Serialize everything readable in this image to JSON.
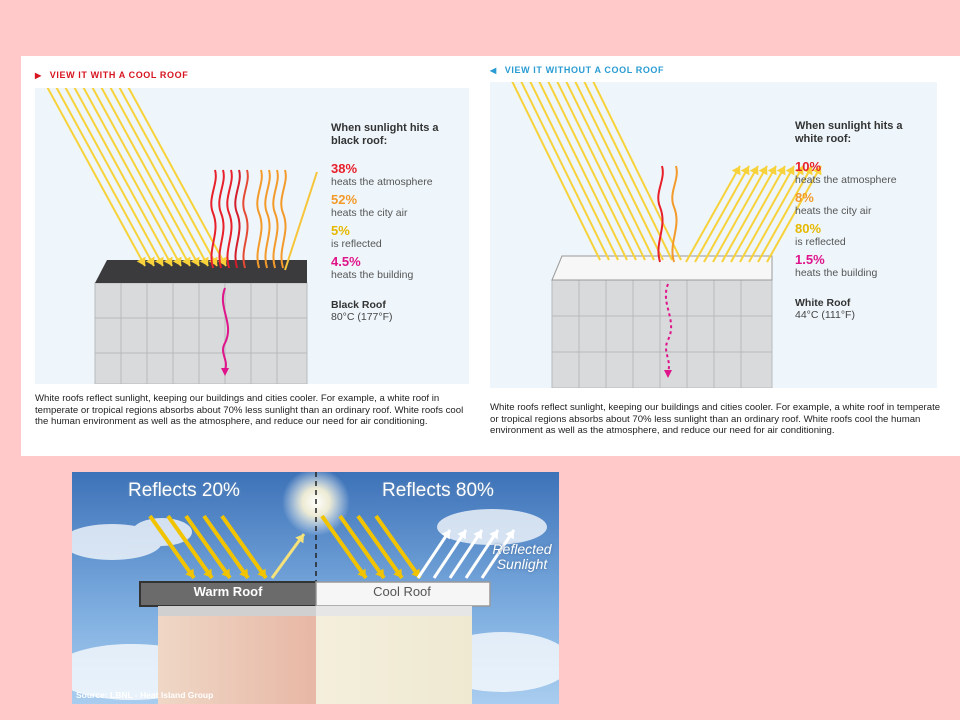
{
  "left": {
    "header": "VIEW IT WITH A COOL ROOF",
    "header_icon": "triangle-right-icon",
    "intro": "When sunlight hits a black roof:",
    "items": [
      {
        "pct": "38%",
        "desc": "heats the atmosphere",
        "color": "#e8202a"
      },
      {
        "pct": "52%",
        "desc": "heats the city air",
        "color": "#f39a2b"
      },
      {
        "pct": "5%",
        "desc": "is reflected",
        "color": "#e6b800"
      },
      {
        "pct": "4.5%",
        "desc": "heats the building",
        "color": "#e0148a"
      }
    ],
    "roof_name": "Black Roof",
    "roof_temp": "80°C (177°F)",
    "caption": "White roofs reflect sunlight, keeping our buildings and cities cooler. For example, a white roof in temperate or tropical regions absorbs about 70% less sunlight than an ordinary roof. White roofs cool the human environment as well as the atmosphere, and reduce our need for air conditioning."
  },
  "right": {
    "header": "VIEW IT WITHOUT A COOL ROOF",
    "header_icon": "triangle-left-icon",
    "intro": "When sunlight hits a white roof:",
    "items": [
      {
        "pct": "10%",
        "desc": "heats the atmosphere",
        "color": "#e8202a"
      },
      {
        "pct": "8%",
        "desc": "heats the city air",
        "color": "#f39a2b"
      },
      {
        "pct": "80%",
        "desc": "is reflected",
        "color": "#e6b800"
      },
      {
        "pct": "1.5%",
        "desc": "heats the building",
        "color": "#e0148a"
      }
    ],
    "roof_name": "White Roof",
    "roof_temp": "44°C (111°F)",
    "caption": "White roofs reflect sunlight, keeping our buildings and cities cooler. For example, a white roof in temperate or tropical regions absorbs about 70% less sunlight than an ordinary roof. White roofs cool the human environment as well as the atmosphere, and reduce our need for air conditioning."
  },
  "photo": {
    "reflect_left": "Reflects 20%",
    "reflect_right": "Reflects 80%",
    "reflected_sunlight": "Reflected Sunlight",
    "warm_roof": "Warm Roof",
    "cool_roof": "Cool Roof",
    "source": "Source: LBNL - Heat Island Group"
  },
  "colors": {
    "background": "#ffc9c9",
    "sun_ray": "#f7d23a",
    "red_accent": "#d7141f",
    "blue_accent": "#2a9cd3"
  }
}
